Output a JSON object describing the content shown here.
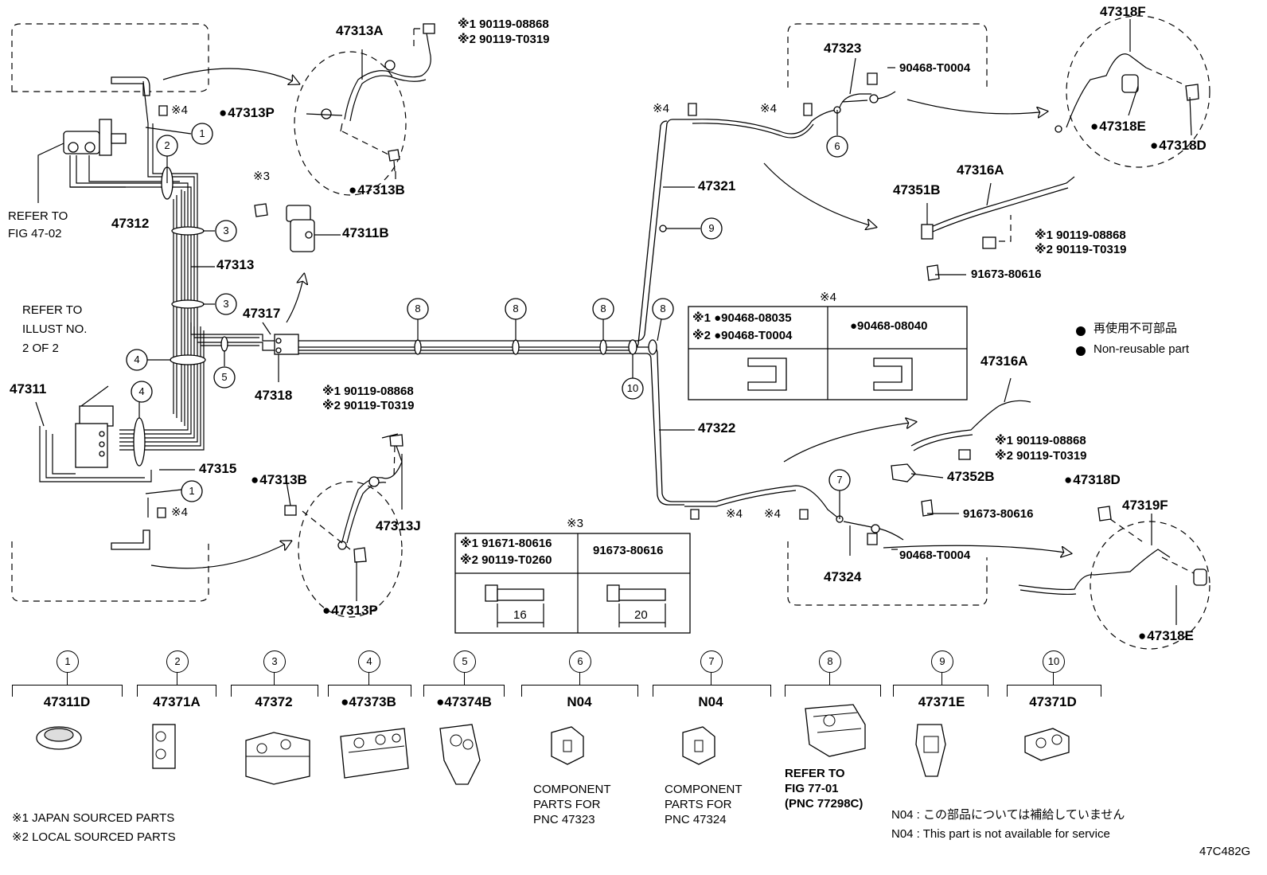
{
  "callout_numbers": [
    "1",
    "2",
    "3",
    "4",
    "5",
    "6",
    "7",
    "8",
    "9",
    "10"
  ],
  "refer_fig": [
    "REFER TO",
    "FIG 47-02"
  ],
  "refer_illust": [
    "REFER TO",
    "ILLUST NO.",
    "2 OF 2"
  ],
  "parts": {
    "p47313A": "47313A",
    "p47313P_top": "47313P",
    "p47313B_top": "47313B",
    "p47312": "47312",
    "p47311B": "47311B",
    "p47313": "47313",
    "p47317": "47317",
    "p47311": "47311",
    "p47318": "47318",
    "p47315": "47315",
    "p47313B_bot": "47313B",
    "p47313J": "47313J",
    "p47313P_bot": "47313P",
    "p47323": "47323",
    "p47321": "47321",
    "p47322": "47322",
    "p47324": "47324",
    "p47318F": "47318F",
    "p47318E_top": "47318E",
    "p47318D_top": "47318D",
    "p47316A_top": "47316A",
    "p47351B": "47351B",
    "p47316A_bot": "47316A",
    "p47352B": "47352B",
    "p47318D_bot": "47318D",
    "p47319F": "47319F",
    "p47318E_bot": "47318E"
  },
  "hardware": {
    "top_bolt_1": "※1 90119-08868",
    "top_bolt_2": "※2 90119-T0319",
    "mid_bolt_1": "※1 90119-08868",
    "mid_bolt_2": "※2 90119-T0319",
    "right_bolt_1a": "※1 90119-08868",
    "right_bolt_2a": "※2 90119-T0319",
    "right_bolt_1b": "※1 90119-08868",
    "right_bolt_2b": "※2 90119-T0319",
    "clip_top": "90468-T0004",
    "clip_bot": "90468-T0004",
    "screw_top": "91673-80616",
    "screw_bot": "91673-80616",
    "mark4": "※4",
    "mark3": "※3"
  },
  "table4": {
    "title": "※4",
    "left_1": "※1 ●90468-08035",
    "left_2": "※2 ●90468-T0004",
    "right": "●90468-08040"
  },
  "table3": {
    "title": "※3",
    "left_1": "※1 91671-80616",
    "left_2": "※2 90119-T0260",
    "right": "91673-80616",
    "dim_left": "16",
    "dim_right": "20"
  },
  "legend": {
    "jp": "再使用不可部品",
    "en": "Non-reusable part"
  },
  "bottom_parts": [
    {
      "num": "1",
      "label": "47311D",
      "note": []
    },
    {
      "num": "2",
      "label": "47371A",
      "note": []
    },
    {
      "num": "3",
      "label": "47372",
      "note": []
    },
    {
      "num": "4",
      "label": "●47373B",
      "note": []
    },
    {
      "num": "5",
      "label": "●47374B",
      "note": []
    },
    {
      "num": "6",
      "label": "N04",
      "note": [
        "COMPONENT",
        "PARTS FOR",
        "PNC 47323"
      ]
    },
    {
      "num": "7",
      "label": "N04",
      "note": [
        "COMPONENT",
        "PARTS FOR",
        "PNC 47324"
      ]
    },
    {
      "num": "8",
      "label": "",
      "note": [
        "REFER TO",
        "FIG 77-01",
        "(PNC 77298C)"
      ]
    },
    {
      "num": "9",
      "label": "47371E",
      "note": []
    },
    {
      "num": "10",
      "label": "47371D",
      "note": []
    }
  ],
  "footnotes": {
    "f1": "※1 JAPAN SOURCED PARTS",
    "f2": "※2 LOCAL SOURCED PARTS",
    "n04_jp": "N04 :  この部品については補給していません",
    "n04_en": "N04 :   This part is not available for service"
  },
  "figure_id": "47C482G"
}
